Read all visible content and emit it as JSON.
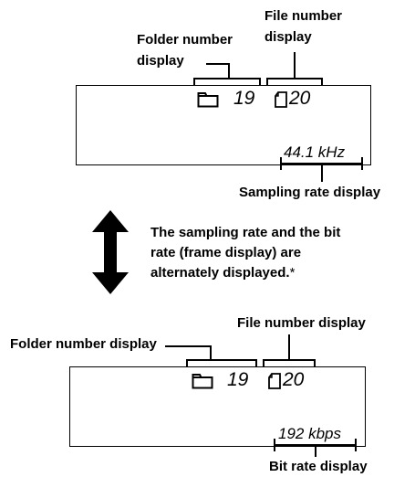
{
  "top": {
    "folder_label_line1": "Folder number",
    "folder_label_line2": "display",
    "file_label_line1": "File number",
    "file_label_line2": "display",
    "folder_number": "19",
    "file_number": "20",
    "rate_value": "44.1 kHz",
    "rate_label": "Sampling rate display"
  },
  "middle": {
    "line1": "The sampling rate and the bit",
    "line2": "rate (frame display) are",
    "line3": "alternately displayed.",
    "asterisk": "*"
  },
  "bottom": {
    "folder_label": "Folder number display",
    "file_label": "File number display",
    "folder_number": "19",
    "file_number": "20",
    "rate_value": "192 kbps",
    "rate_label": "Bit rate display"
  },
  "icons": [
    "folder-icon",
    "file-icon",
    "double-arrow-icon"
  ]
}
